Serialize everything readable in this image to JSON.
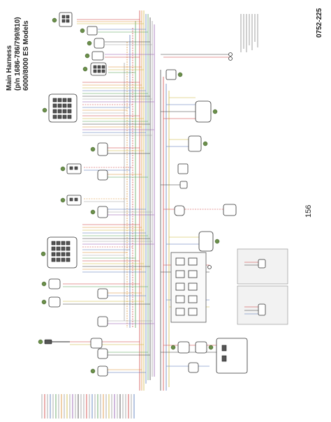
{
  "title": {
    "line1": "Main Harness",
    "line2": "(p/n 1686-786/799/810)",
    "line3": "6000/8000 ES Models"
  },
  "page_number": "156",
  "document_number": "0752-225",
  "colors": {
    "wire_red": "#cc3333",
    "wire_orange": "#d98a2b",
    "wire_yellow": "#c9b233",
    "wire_blue": "#4a6fb5",
    "wire_green": "#4c9a4c",
    "wire_black": "#333333",
    "wire_gray": "#999999",
    "wire_purple": "#8a4fa8",
    "badge_green": "#6b8f4a",
    "legend_panel": "#f2f2f2"
  }
}
